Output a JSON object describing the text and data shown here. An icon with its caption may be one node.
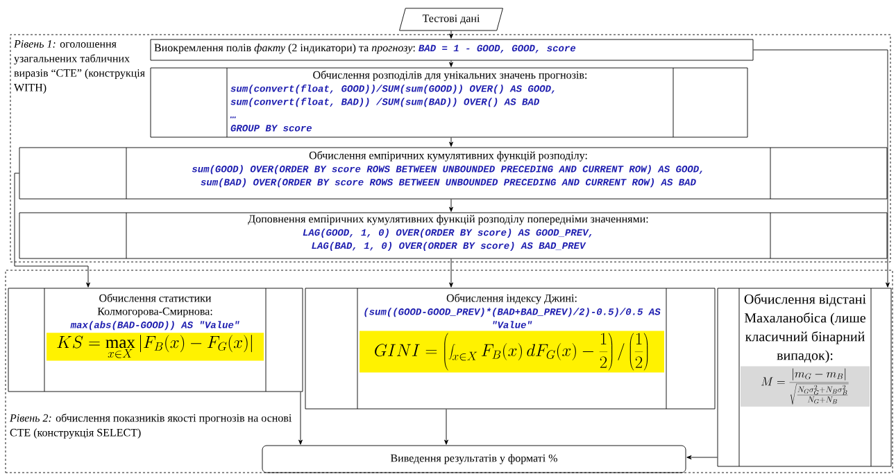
{
  "diagram": {
    "nodes": [
      {
        "text": [
          "Тестові дані"
        ]
      },
      {
        "text": [
          "*Рівень 1:* оголошення узагальнених табличних виразів “СТЕ” (конструкція WITH)"
        ]
      },
      {
        "text": [
          "Виокремлення полів *факту* (2 індикатори) та *прогнозу*:",
          "BAD = 1 - GOOD, GOOD, score"
        ],
        "in": 1
      },
      {
        "text": [
          "Обчислення розподілів для унікальних значень прогнозів:",
          "sum(convert(float, GOOD))/SUM(sum(GOOD)) OVER() AS GOOD,",
          "sum(convert(float, BAD)) /SUM(sum(BAD)) OVER() AS BAD",
          "…",
          "GROUP BY score"
        ],
        "in": 1
      },
      {
        "text": [
          "Обчислення емпіричних кумулятивних функцій розподілу:",
          "sum(GOOD) OVER(ORDER BY score ROWS BETWEEN UNBOUNDED PRECEDING AND CURRENT ROW) AS GOOD,",
          "sum(BAD) OVER(ORDER BY score ROWS BETWEEN UNBOUNDED PRECEDING AND CURRENT ROW) AS BAD"
        ],
        "in": 1
      },
      {
        "text": [
          "Доповнення емпіричних кумулятивних функцій розподілу попередніми значеннями:",
          "LAG(GOOD, 1, 0) OVER(ORDER BY score) AS GOOD_PREV,",
          "LAG(BAD, 1, 0) OVER(ORDER BY score) AS BAD_PREV"
        ],
        "in": 1
      },
      {
        "text": [
          "*Рівень 2:* обчислення показників якості прогнозів на основі СТЕ (конструкція SELECT)"
        ]
      },
      {
        "text": [
          "Обчислення статистики Колмогорова-Смирнова:",
          "max(abs(BAD-GOOD)) AS \"Value\"",
          "KS=\\max_{x\\in X}\\left|F_B(x)-F_G(x)\\right|"
        ],
        "in": 6
      },
      {
        "text": [
          "Обчислення індексу Джині:",
          "(sum((GOOD-GOOD_PREV)*(BAD+BAD_PREV)/2)-0.5)/0.5 AS \"Value\"",
          "GINI=\\left(\\int_{x\\in X}F_B(x)\\,dF_G(x)-\\frac{1}{2}\\right)/\\left(\\frac{1}{2}\\right)"
        ],
        "in": 6
      },
      {
        "text": [
          "Обчислення відстані Махаланобіса (лише класичний бінарний випадок):",
          "M=\\frac{|m_G-m_B|}{\\sqrt{\\frac{N_G\\sigma_G^2+N_B\\sigma_B^2}{N_G+N_B}}}"
        ],
        "in": 6
      },
      {
        "text": [
          "Виведення результатів у форматі %"
        ],
        "in": 6
      }
    ],
    "edges": [
      {
        "from": 0,
        "to": 2,
        "arrow": "to"
      },
      {
        "from": 2,
        "to": 3,
        "arrow": "to"
      },
      {
        "from": 3,
        "to": 4,
        "arrow": "to"
      },
      {
        "from": 4,
        "to": 5,
        "arrow": "to"
      },
      {
        "from": 5,
        "to": 8,
        "arrow": "to"
      },
      {
        "from": 4,
        "to": 7,
        "arrow": "to"
      },
      {
        "from": 2,
        "to": 9,
        "arrow": "to"
      },
      {
        "from": 7,
        "to": 10,
        "arrow": "to"
      },
      {
        "from": 8,
        "to": 10,
        "arrow": "to"
      },
      {
        "from": 9,
        "to": 10,
        "arrow": "to"
      }
    ]
  }
}
